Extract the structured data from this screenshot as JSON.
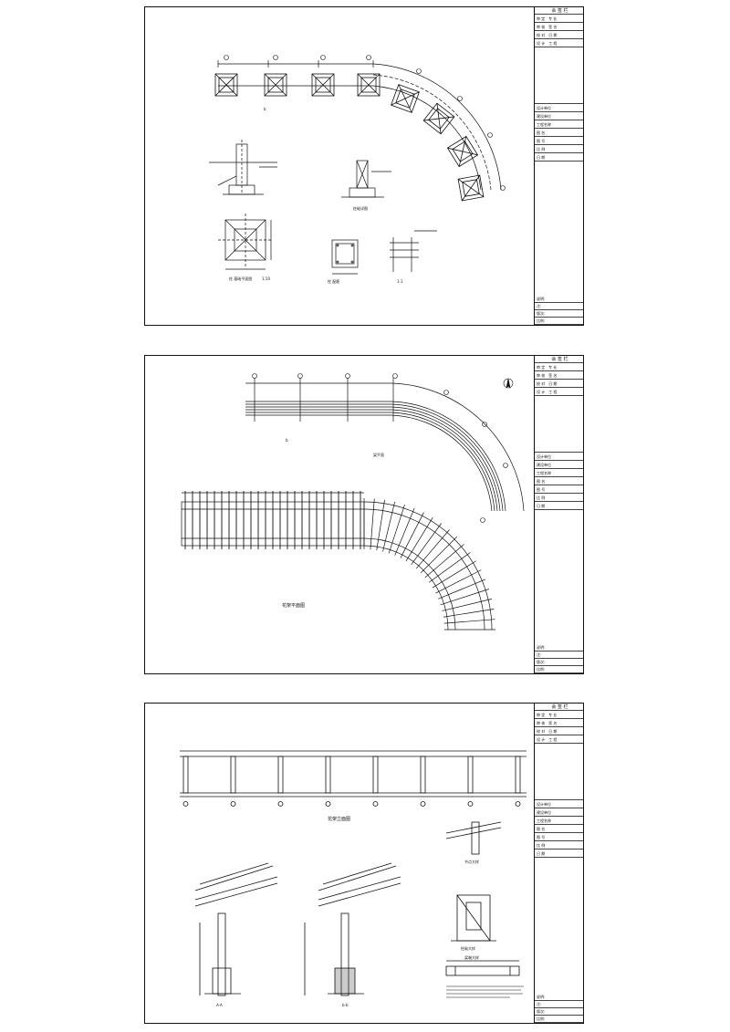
{
  "document": "pergola construction drawings",
  "sheets": [
    {
      "id": "sheet-1",
      "title_block": {
        "header": "会 签 栏",
        "sign_rows": [
          [
            "审 定",
            "专 业"
          ],
          [
            "审 核",
            "签 名"
          ],
          [
            "校 对",
            "日 期"
          ],
          [
            "设 计",
            "工 程"
          ]
        ],
        "label_rows": [
          "设计单位",
          "建设单位",
          "工程名称",
          "图 名",
          "图 号",
          "比 例",
          "日 期"
        ],
        "footer": [
          "说明:",
          "注:",
          "版次:",
          "比例:"
        ]
      },
      "labels": {
        "plan_label": "b",
        "detail_caption_1": "柱 基础平面图",
        "scale_1": "1:10",
        "detail_caption_2": "柱 配筋",
        "detail_caption_3": "柱础详图",
        "detail_caption_4": "1-1"
      }
    },
    {
      "id": "sheet-2",
      "title_block": {
        "header": "会 签 栏",
        "sign_rows": [
          [
            "审 定",
            "专 业"
          ],
          [
            "审 核",
            "签 名"
          ],
          [
            "校 对",
            "日 期"
          ],
          [
            "设 计",
            "工 程"
          ]
        ],
        "label_rows": [
          "设计单位",
          "建设单位",
          "工程名称",
          "图 名",
          "图 号",
          "比 例",
          "日 期"
        ],
        "footer": [
          "说明:",
          "注:",
          "版次:",
          "比例:"
        ]
      },
      "labels": {
        "plan_label": "b",
        "arc_label": "梁平面",
        "lower_label": "花架平面图",
        "north": "N"
      }
    },
    {
      "id": "sheet-3",
      "title_block": {
        "header": "会 签 栏",
        "sign_rows": [
          [
            "审 定",
            "专 业"
          ],
          [
            "审 核",
            "签 名"
          ],
          [
            "校 对",
            "日 期"
          ],
          [
            "设 计",
            "工 程"
          ]
        ],
        "label_rows": [
          "设计单位",
          "建设单位",
          "工程名称",
          "图 名",
          "图 号",
          "比 例",
          "日 期"
        ],
        "footer": [
          "说明:",
          "注:",
          "版次:",
          "比例:"
        ]
      },
      "labels": {
        "elevation_caption": "花架立面图",
        "section_a": "A-A",
        "section_b": "b-b",
        "detail_1": "节点大样",
        "detail_2": "柱础大样",
        "detail_3": "梁端大样"
      }
    }
  ]
}
